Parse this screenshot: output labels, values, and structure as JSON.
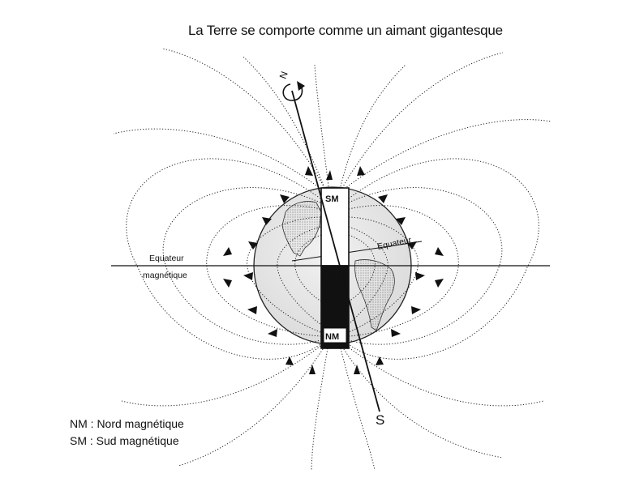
{
  "title": "La Terre se comporte comme un aimant gigantesque",
  "labels": {
    "north_axis": "N",
    "south_axis": "S",
    "magnet_top": "SM",
    "magnet_bottom": "NM",
    "magnetic_equator_line1": "Equateur",
    "magnetic_equator_line2": "magnétique",
    "geographic_equator": "Equateur"
  },
  "legend": {
    "nm": "NM : Nord magnétique",
    "sm": "SM : Sud magnétique"
  }
}
